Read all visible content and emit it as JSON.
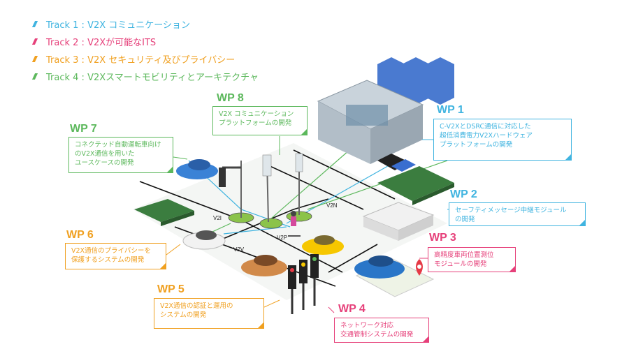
{
  "colors": {
    "track1": "#40b4e0",
    "track2": "#e6407a",
    "track3": "#f0a020",
    "track4": "#5cb85c"
  },
  "legend": [
    {
      "label": "Track 1 : V2X コミュニケーション",
      "color": "#40b4e0"
    },
    {
      "label": "Track 2 : V2Xが可能なITS",
      "color": "#e6407a"
    },
    {
      "label": "Track 3 : V2X セキュリティ及びプライバシー",
      "color": "#f0a020"
    },
    {
      "label": "Track 4 : V2Xスマートモビリティとアーキテクチャ",
      "color": "#5cb85c"
    }
  ],
  "work_packages": {
    "wp1": {
      "title": "WP 1",
      "desc": "C-V2XとDSRC通信に対応した\n超低消費電力V2Xハードウェア\nプラットフォームの開発"
    },
    "wp2": {
      "title": "WP 2",
      "desc": "セーフティメッセージ中継モジュール\nの開発"
    },
    "wp3": {
      "title": "WP 3",
      "desc": "高精度車両位置測位\nモジュールの開発"
    },
    "wp4": {
      "title": "WP 4",
      "desc": "ネットワーク対応\n交通管制システムの開発"
    },
    "wp5": {
      "title": "WP 5",
      "desc": "V2X通信の認証と運用の\nシステムの開発"
    },
    "wp6": {
      "title": "WP 6",
      "desc": "V2X通信のプライバシーを\n保護するシステムの開発"
    },
    "wp7": {
      "title": "WP 7",
      "desc": "コネクテッド自動運転車向け\nのV2X通信を用いた\nユースケースの開発"
    },
    "wp8": {
      "title": "WP 8",
      "desc": "V2X コミュニケーション\nプラットフォームの開発"
    }
  },
  "links": {
    "v2i": "V2I",
    "v2v": "V2V",
    "v2p": "V2P",
    "v2n": "V2N"
  }
}
